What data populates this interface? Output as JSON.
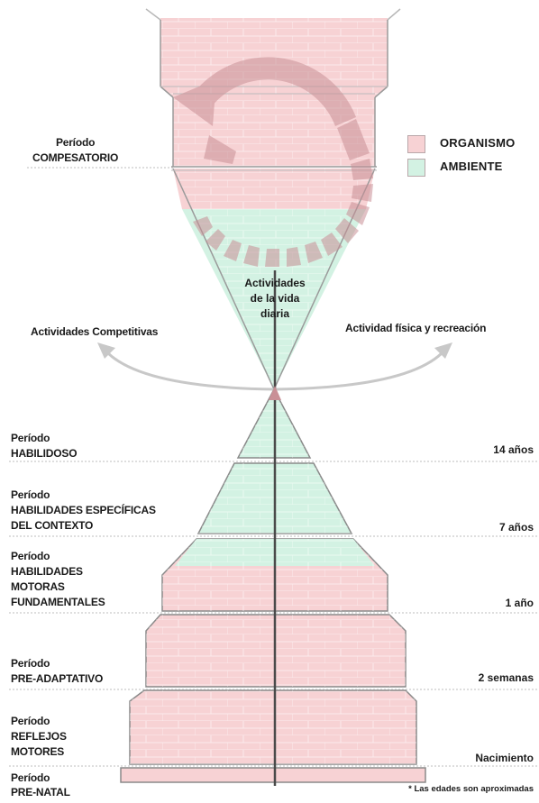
{
  "legend": {
    "organismo": {
      "label": "ORGANISMO",
      "color": "#f7d2d4"
    },
    "ambiente": {
      "label": "AMBIENTE",
      "color": "#d3f2e3"
    }
  },
  "periods": {
    "compensatorio": {
      "line1": "Período",
      "line2": "COMPESATORIO"
    },
    "habilidoso": {
      "line1": "Período",
      "line2": "HABILIDOSO",
      "age": "14 años"
    },
    "especificas": {
      "line1": "Período",
      "line2": "HABILIDADES ESPECÍFICAS",
      "line3": "DEL CONTEXTO",
      "age": "7 años"
    },
    "fundamentales": {
      "line1": "Período",
      "line2": "HABILIDADES",
      "line3": "MOTORAS",
      "line4": "FUNDAMENTALES",
      "age": "1 año"
    },
    "preadaptativo": {
      "line1": "Período",
      "line2": "PRE-ADAPTATIVO",
      "age": "2 semanas"
    },
    "reflejos": {
      "line1": "Período",
      "line2": "REFLEJOS",
      "line3": "MOTORES",
      "age": "Nacimiento"
    },
    "prenatal": {
      "line1": "Período",
      "line2": "PRE-NATAL"
    }
  },
  "activities": {
    "competitivas": "Actividades Competitivas",
    "recreacion": "Actividad física y recreación",
    "vida_diaria": {
      "line1": "Actividades",
      "line2": "de la vida",
      "line3": "diaria"
    }
  },
  "footnote": "* Las edades son aproximadas"
}
